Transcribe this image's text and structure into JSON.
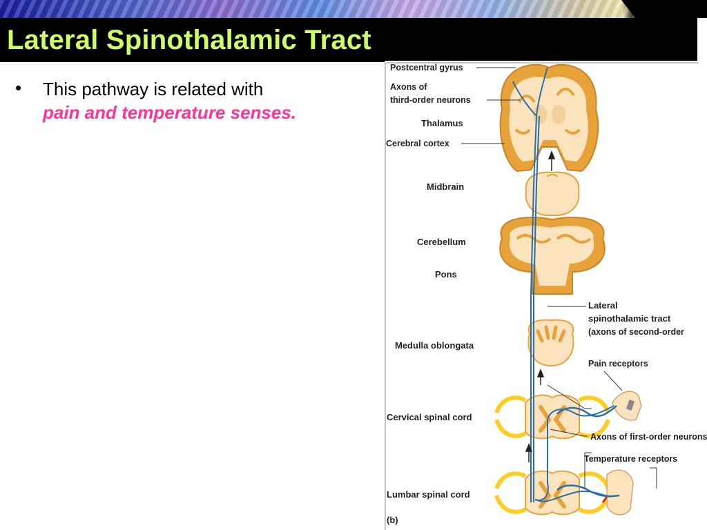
{
  "slide": {
    "title": "Lateral Spinothalamic Tract",
    "bullet_text": "This pathway is related with",
    "bullet_emphasis": "pain and temperature senses."
  },
  "figure": {
    "labels": {
      "postcentral_gyrus": "Postcentral gyrus",
      "axons_third_1": "Axons of",
      "axons_third_2": "third-order neurons",
      "thalamus": "Thalamus",
      "cerebral_cortex": "Cerebral cortex",
      "midbrain": "Midbrain",
      "cerebellum": "Cerebellum",
      "pons": "Pons",
      "lateral_1": "Lateral",
      "lateral_2": "spinothalamic tract",
      "lateral_3": "(axons of second-order",
      "medulla": "Medulla oblongata",
      "pain_receptors": "Pain receptors",
      "cervical": "Cervical spinal cord",
      "axons_first": "Axons of first-order neurons",
      "temperature_receptors": "Temperature receptors",
      "lumbar": "Lumbar spinal cord",
      "panel": "(b)"
    }
  },
  "colors": {
    "title_bg": "#000000",
    "title_text": "#ccff66",
    "emphasis": "#ff3399",
    "tissue": "#fbe3bd",
    "cortex": "#e8a23a",
    "nerve": "#ffcc22",
    "tract": "#2a6fa8"
  }
}
